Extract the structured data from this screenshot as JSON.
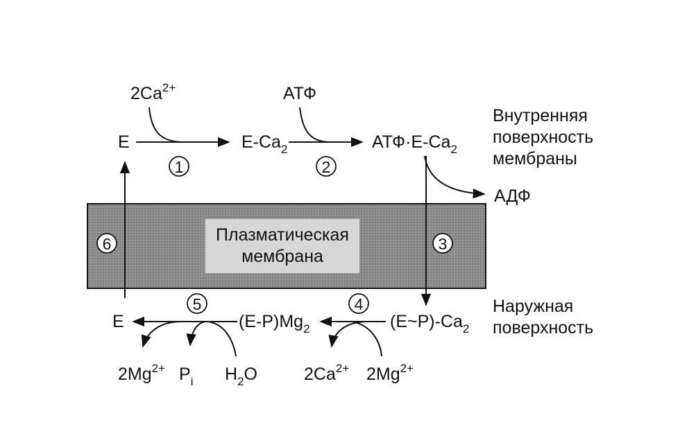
{
  "membrane_label": [
    "Плазматическая",
    "мембрана"
  ],
  "inner_surface_label": [
    "Внутренняя",
    "поверхность",
    "мембраны"
  ],
  "outer_surface_label": [
    "Наружная",
    "поверхность"
  ],
  "top_species": {
    "E": "E",
    "Ca_in": {
      "base": "2Ca",
      "sup": "2+"
    },
    "ATP_in": "АТФ",
    "E_Ca2": {
      "base": "E-Ca",
      "sub": "2"
    },
    "ATP_E_Ca2": {
      "base": "АТФ·E-Ca",
      "sub": "2"
    },
    "ADP_out": "АДФ"
  },
  "bottom_species": {
    "E": "E",
    "EP_Mg2": {
      "base": "(E-P)Mg",
      "sub": "2"
    },
    "EP_Ca2": {
      "base": "(E~P)-Ca",
      "sub": "2"
    },
    "Mg_out": {
      "base": "2Mg",
      "sup": "2+"
    },
    "Pi_out": {
      "base": "P",
      "sub": "i"
    },
    "H2O_in": {
      "base": "H",
      "sub": "2",
      "tail": "O"
    },
    "Ca_out": {
      "base": "2Ca",
      "sup": "2+"
    },
    "Mg_in": {
      "base": "2Mg",
      "sup": "2+"
    }
  },
  "steps": [
    "1",
    "2",
    "3",
    "4",
    "5",
    "6"
  ],
  "colors": {
    "membrane_fill": "#8a8a8a",
    "label_box": "#d7d7d7",
    "ink": "#111111"
  }
}
